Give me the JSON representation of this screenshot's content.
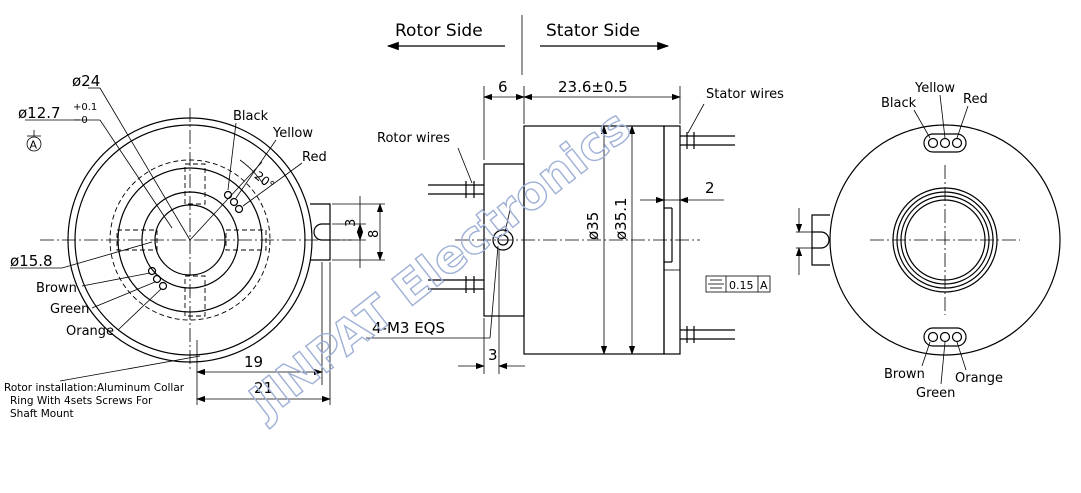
{
  "headings": {
    "rotor_side": "Rotor Side",
    "stator_side": "Stator Side"
  },
  "watermark": "JINPAT Electronics",
  "left_view": {
    "d24": "ø24",
    "d12_7": "ø12.7",
    "tol_upper": "+0.1",
    "tol_lower": "−0",
    "datum": "A",
    "d15_8": "ø15.8",
    "angle": "20°",
    "wires_top": [
      "Black",
      "Yellow",
      "Red"
    ],
    "wires_bottom": [
      "Brown",
      "Green",
      "Orange"
    ],
    "dim_3": "3",
    "dim_8": "8",
    "dim_19": "19",
    "dim_21": "21",
    "note": [
      "Rotor installation:Aluminum Collar",
      "Ring With 4sets Screws For",
      "Shaft Mount"
    ]
  },
  "side_view": {
    "dim_6": "6",
    "dim_23_6": "23.6±0.5",
    "stator_wires": "Stator wires",
    "rotor_wires": "Rotor wires",
    "dim_2": "2",
    "d35": "ø35",
    "d35_1": "ø35.1",
    "holes": "4-M3 EQS",
    "dim_3": "3",
    "tolerance_value": "0.15",
    "tolerance_datum": "A"
  },
  "right_view": {
    "wires_top": [
      "Black",
      "Yellow",
      "Red"
    ],
    "wires_bottom": [
      "Brown",
      "Green",
      "Orange"
    ]
  }
}
